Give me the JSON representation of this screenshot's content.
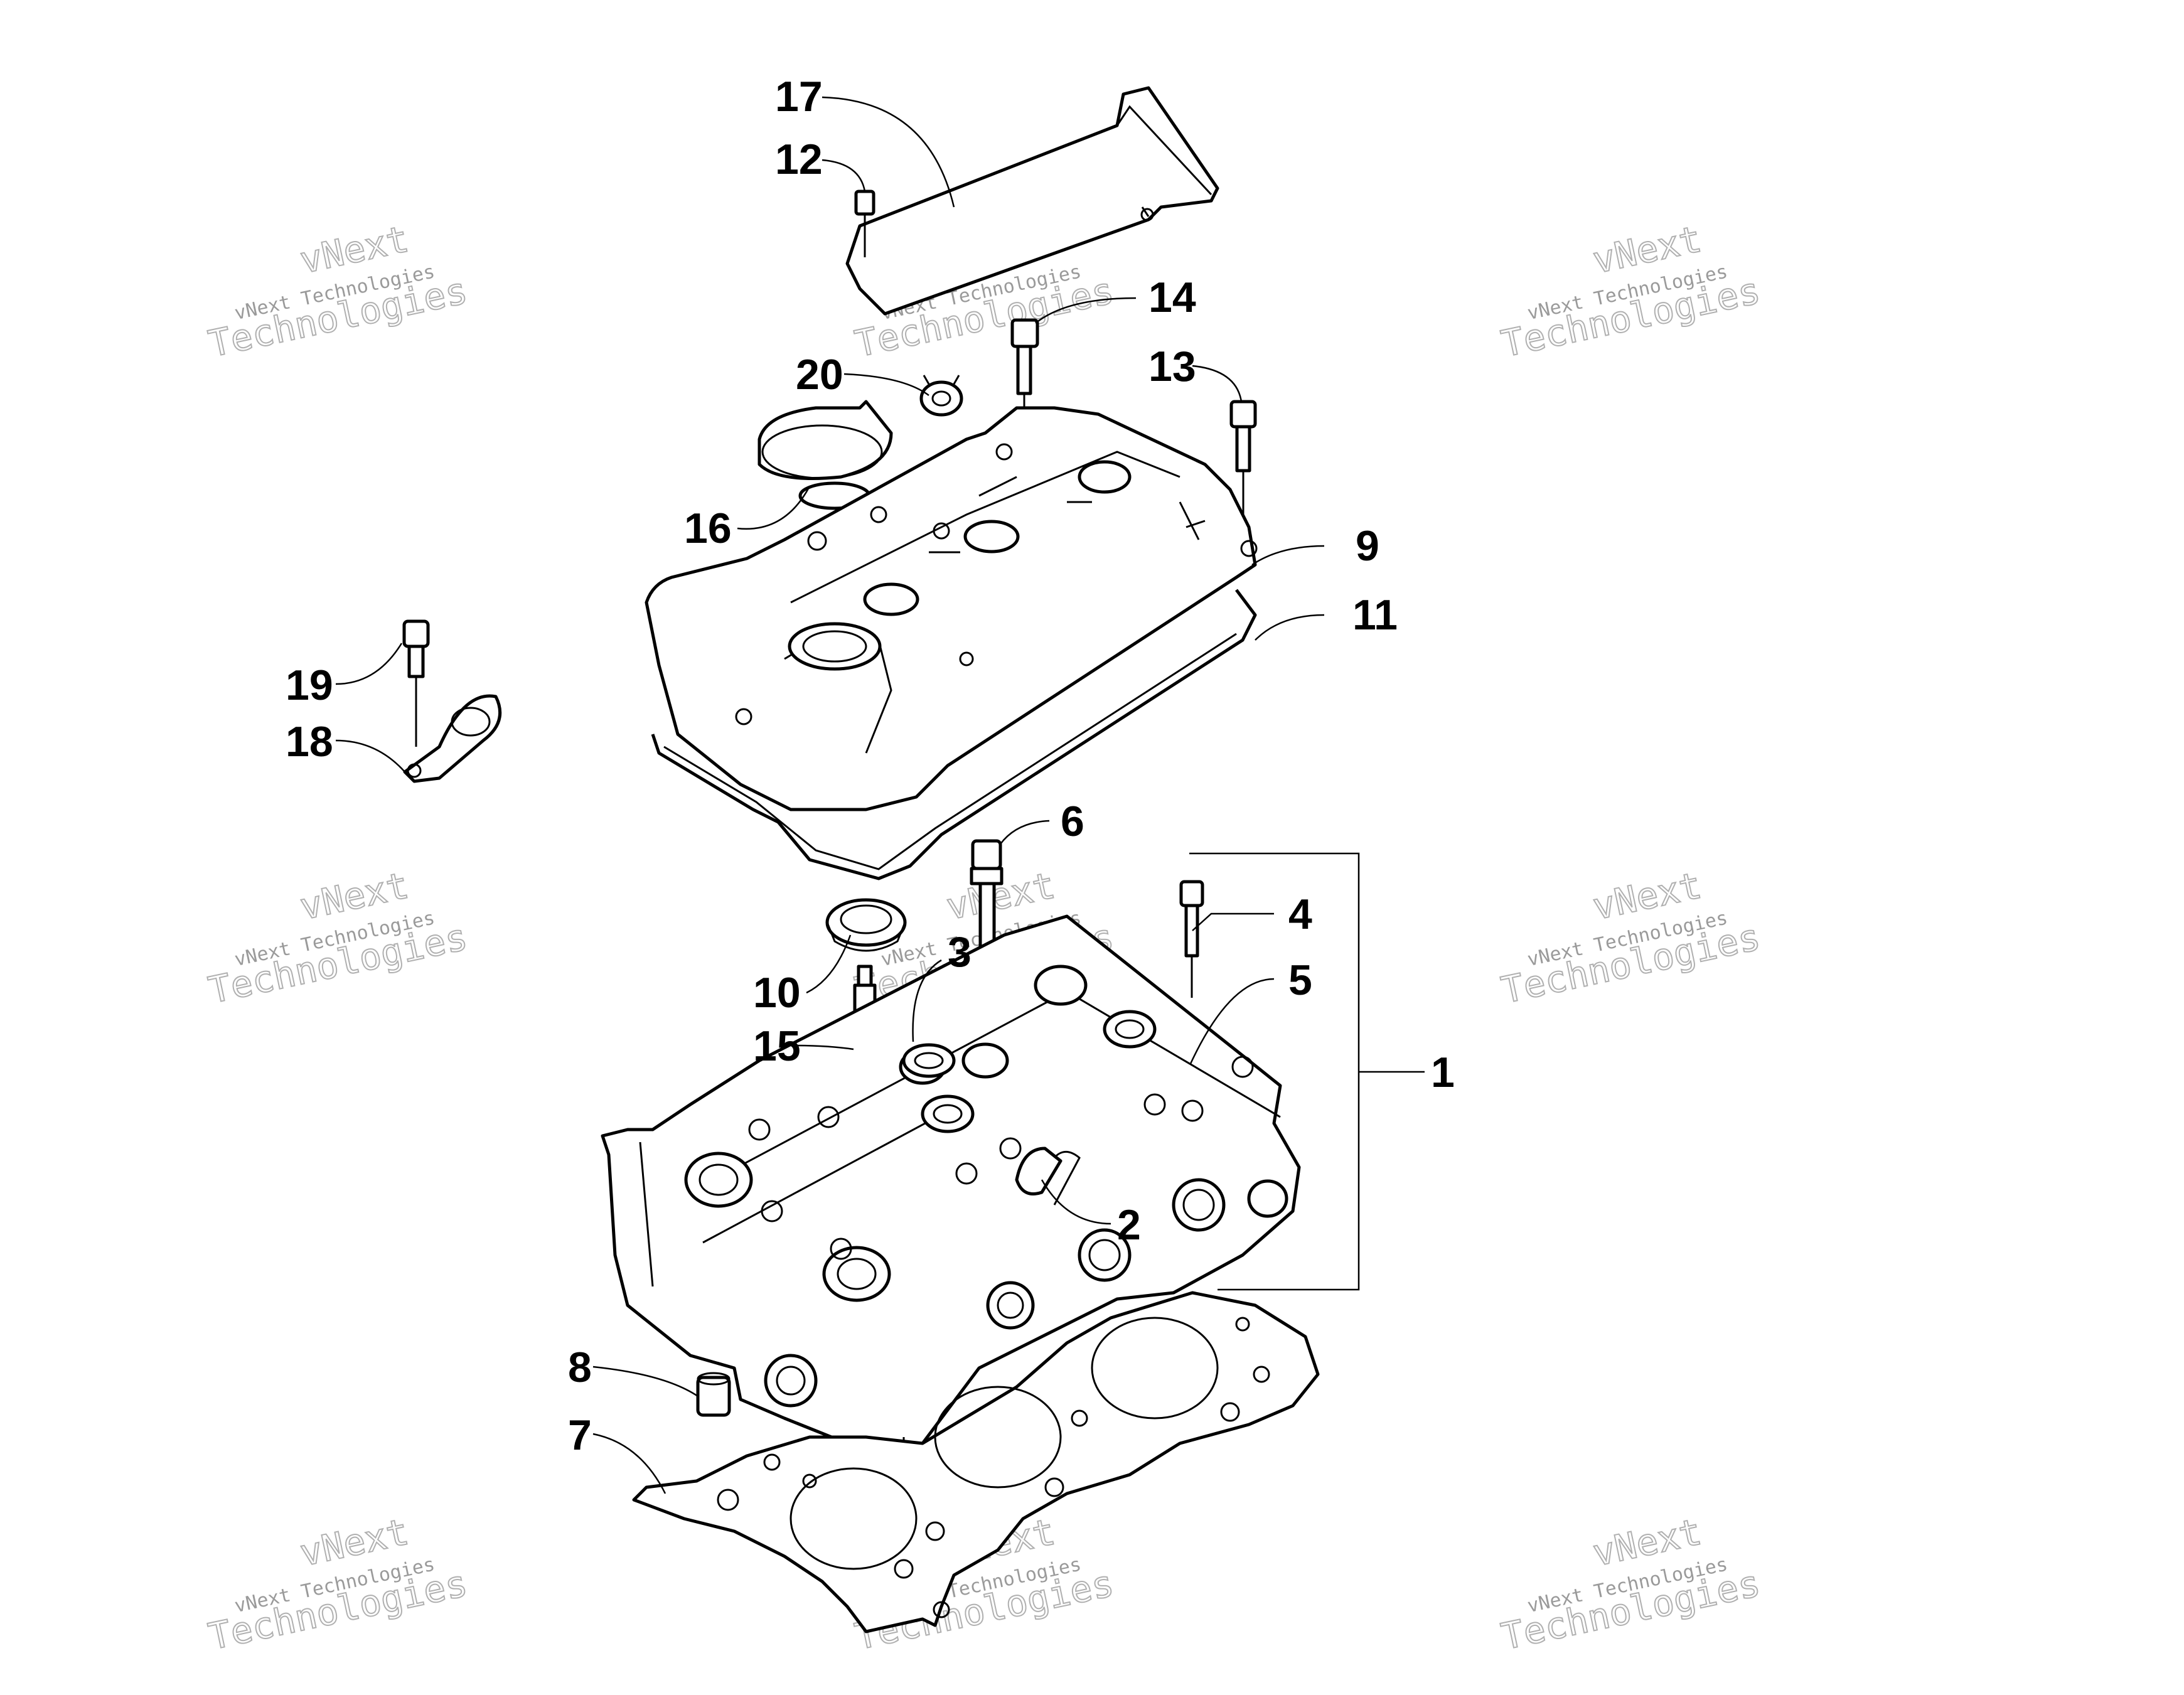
{
  "watermark": {
    "line1": "vNext",
    "line2": "vNext Technologies",
    "line3": "Technologies"
  },
  "callouts": [
    "1",
    "2",
    "3",
    "4",
    "5",
    "6",
    "7",
    "8",
    "9",
    "10",
    "11",
    "12",
    "13",
    "14",
    "15",
    "16",
    "17",
    "18",
    "19",
    "20"
  ]
}
